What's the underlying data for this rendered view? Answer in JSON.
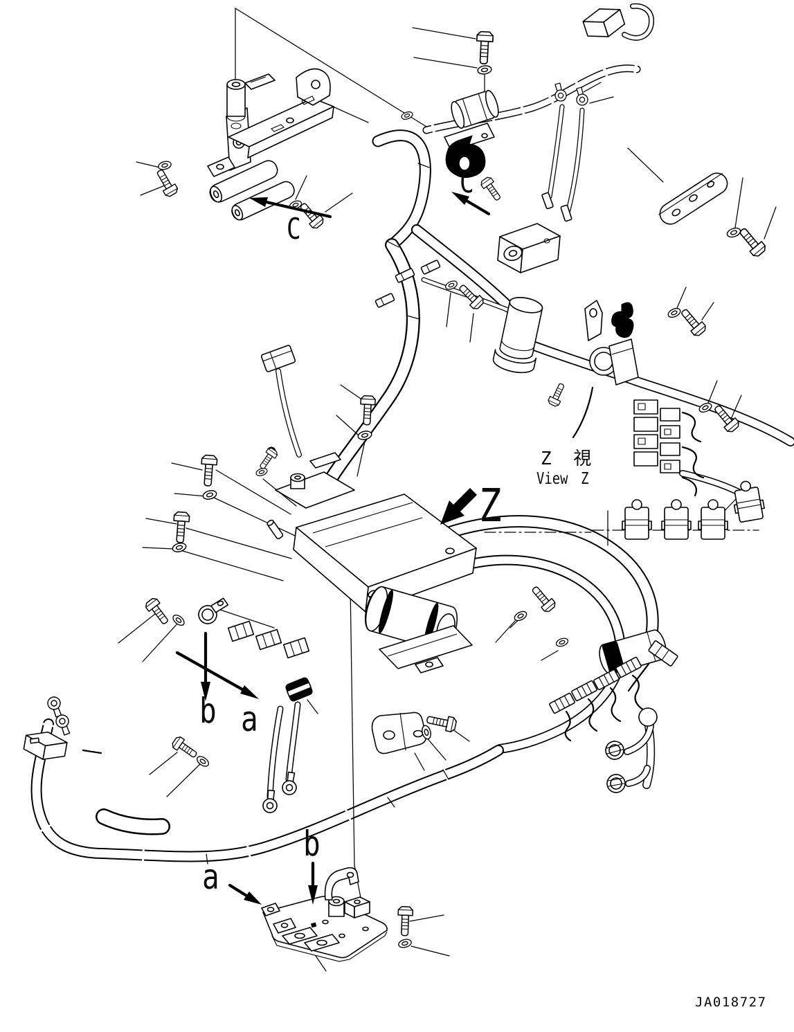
{
  "page": {
    "background": "#ffffff",
    "ink": "#000000"
  },
  "labels": {
    "view_c_upper": "C",
    "view_c_mid": "C",
    "view_z_cjk": "Z 視",
    "view_z_latin": "View Z",
    "view_z_pointer": "Z",
    "detail_b_mid": "b",
    "detail_a_mid": "a",
    "detail_b_bottom": "b",
    "detail_a_bottom": "a",
    "drawing_number": "JA018727"
  },
  "parts_depicted": [
    "wiring harness",
    "hex bolts",
    "washers",
    "harness clamps",
    "p-clips",
    "mounting brackets",
    "ring terminals",
    "electrical connectors",
    "relay cylinder",
    "battery cable",
    "mounting plate",
    "connector blocks"
  ]
}
